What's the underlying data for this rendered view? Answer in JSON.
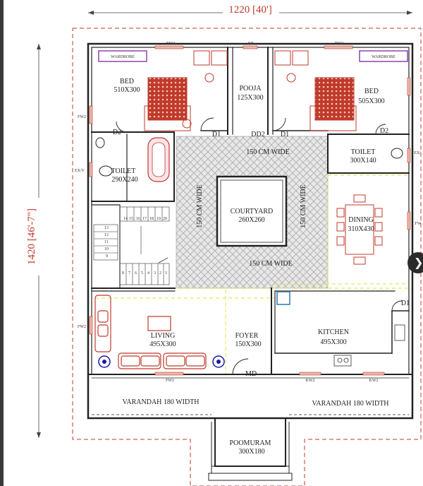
{
  "dimensions": {
    "width": "1220 [40']",
    "height": "1420 [46'-7\"]"
  },
  "rooms": {
    "bed_left": {
      "name": "BED",
      "size": "510X300"
    },
    "pooja": {
      "name": "POOJA",
      "size": "125X300"
    },
    "bed_right": {
      "name": "BED",
      "size": "505X300"
    },
    "toilet_left": {
      "name": "TOILET",
      "size": "290X240"
    },
    "toilet_right": {
      "name": "TOILET",
      "size": "300X140"
    },
    "courtyard": {
      "name": "COURTYARD",
      "size": "260X260"
    },
    "dining": {
      "name": "DINING",
      "size": "310X430"
    },
    "living": {
      "name": "LIVING",
      "size": "495X300"
    },
    "foyer": {
      "name": "FOYER",
      "size": "150X300"
    },
    "kitchen": {
      "name": "KITCHEN",
      "size": "495X300"
    },
    "poomuram": {
      "name": "POOMURAM",
      "size": "300X180"
    }
  },
  "width_notes": {
    "top": "150 CM WIDE",
    "bottom": "150 CM WIDE",
    "left": "150 CM WIDE",
    "right": "150 CM WIDE"
  },
  "verandah": {
    "left": "VARANDAH 180 WIDTH",
    "right": "VARANDAH 180 WIDTH"
  },
  "wardrobe_label": "WARDROBE",
  "openings": {
    "fw2": "FW2",
    "ex": "EX",
    "exv": "EX/V",
    "ex_right": "EX/",
    "kw2": "KW2",
    "d1": "D1",
    "d2": "D2",
    "dd2": "DD2",
    "md": "MD",
    "fw_right": "FW"
  },
  "stairs": {
    "top_steps": [
      "14",
      "15",
      "16",
      "17",
      "18",
      "19",
      "20"
    ],
    "side_steps": [
      "13",
      "12",
      "11",
      "10",
      "9"
    ],
    "bottom_steps": [
      "8",
      "7",
      "6",
      "5",
      "4",
      "3",
      "2",
      "1"
    ]
  },
  "nav": {
    "next_symbol": "❯"
  },
  "colors": {
    "wall": "#222222",
    "dimension": "#c0392b",
    "furniture": "#c0392b",
    "wardrobe": "#8e44ad",
    "paving": "#d9d9d9",
    "guide": "#e5e55a",
    "fixture": "#1a1aa0"
  }
}
